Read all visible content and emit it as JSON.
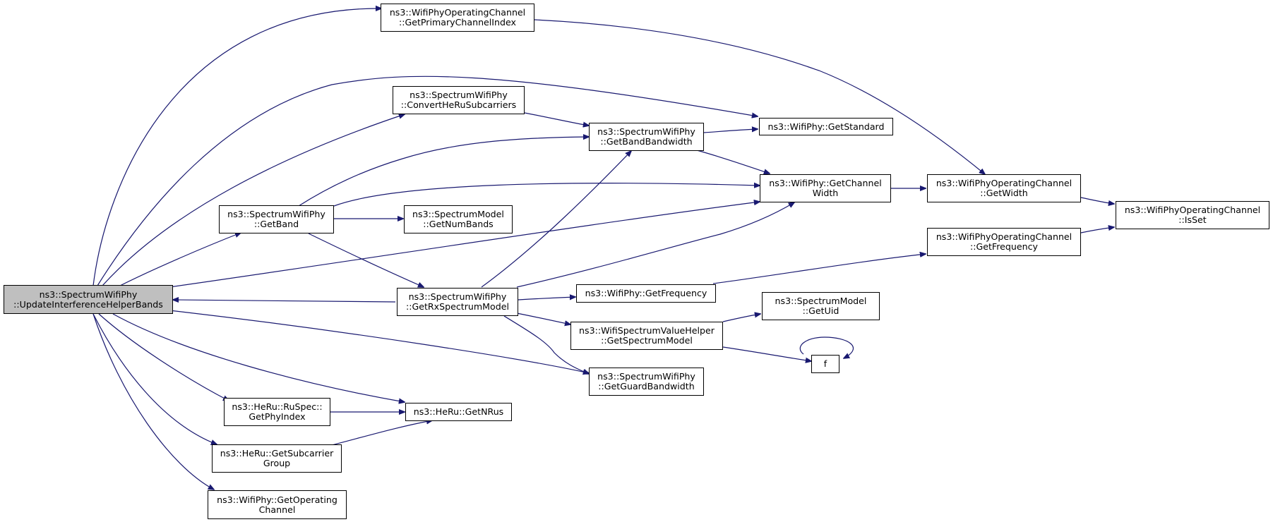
{
  "diagram": {
    "type": "call-graph",
    "colors": {
      "edge": "#191970",
      "root_fill": "#bfbfbf",
      "node_fill": "#ffffff",
      "node_border": "#000000"
    },
    "nodes": [
      {
        "id": "n_update",
        "name": "node-update-interference-helper-bands",
        "lines": [
          "ns3::SpectrumWifiPhy",
          "::UpdateInterferenceHelperBands"
        ],
        "root": true
      },
      {
        "id": "n_primidx",
        "name": "node-get-primary-channel-index",
        "lines": [
          "ns3::WifiPhyOperatingChannel",
          "::GetPrimaryChannelIndex"
        ]
      },
      {
        "id": "n_convert",
        "name": "node-convert-he-ru-subcarriers",
        "lines": [
          "ns3::SpectrumWifiPhy",
          "::ConvertHeRuSubcarriers"
        ]
      },
      {
        "id": "n_getband",
        "name": "node-get-band",
        "lines": [
          "ns3::SpectrumWifiPhy",
          "::GetBand"
        ]
      },
      {
        "id": "n_bandbw",
        "name": "node-get-band-bandwidth",
        "lines": [
          "ns3::SpectrumWifiPhy",
          "::GetBandBandwidth"
        ]
      },
      {
        "id": "n_standard",
        "name": "node-get-standard",
        "lines": [
          "ns3::WifiPhy::GetStandard",
          ""
        ]
      },
      {
        "id": "n_chwidth",
        "name": "node-get-channel-width",
        "lines": [
          "ns3::WifiPhy::GetChannel",
          "Width"
        ]
      },
      {
        "id": "n_opwidth",
        "name": "node-operating-channel-get-width",
        "lines": [
          "ns3::WifiPhyOperatingChannel",
          "::GetWidth"
        ]
      },
      {
        "id": "n_isset",
        "name": "node-is-set",
        "lines": [
          "ns3::WifiPhyOperatingChannel",
          "::IsSet"
        ]
      },
      {
        "id": "n_numbands",
        "name": "node-get-num-bands",
        "lines": [
          "ns3::SpectrumModel",
          "::GetNumBands"
        ]
      },
      {
        "id": "n_opfreq",
        "name": "node-operating-channel-get-frequency",
        "lines": [
          "ns3::WifiPhyOperatingChannel",
          "::GetFrequency"
        ]
      },
      {
        "id": "n_rxmodel",
        "name": "node-get-rx-spectrum-model",
        "lines": [
          "ns3::SpectrumWifiPhy",
          "::GetRxSpectrumModel"
        ]
      },
      {
        "id": "n_phyfreq",
        "name": "node-wifiphy-get-frequency",
        "lines": [
          "ns3::WifiPhy::GetFrequency",
          ""
        ]
      },
      {
        "id": "n_specmodel",
        "name": "node-get-spectrum-model",
        "lines": [
          "ns3::WifiSpectrumValueHelper",
          "::GetSpectrumModel"
        ]
      },
      {
        "id": "n_uid",
        "name": "node-get-uid",
        "lines": [
          "ns3::SpectrumModel",
          "::GetUid"
        ]
      },
      {
        "id": "n_f",
        "name": "node-f",
        "lines": [
          "f",
          ""
        ]
      },
      {
        "id": "n_guard",
        "name": "node-get-guard-bandwidth",
        "lines": [
          "ns3::SpectrumWifiPhy",
          "::GetGuardBandwidth"
        ]
      },
      {
        "id": "n_phyindex",
        "name": "node-get-phy-index",
        "lines": [
          "ns3::HeRu::RuSpec::",
          "GetPhyIndex"
        ]
      },
      {
        "id": "n_nrus",
        "name": "node-get-n-rus",
        "lines": [
          "ns3::HeRu::GetNRus",
          ""
        ]
      },
      {
        "id": "n_subgroup",
        "name": "node-get-subcarrier-group",
        "lines": [
          "ns3::HeRu::GetSubcarrier",
          "Group"
        ]
      },
      {
        "id": "n_opchan",
        "name": "node-get-operating-channel",
        "lines": [
          "ns3::WifiPhy::GetOperating",
          "Channel"
        ]
      }
    ],
    "edges": [
      [
        "n_update",
        "n_primidx"
      ],
      [
        "n_update",
        "n_standard"
      ],
      [
        "n_update",
        "n_convert"
      ],
      [
        "n_update",
        "n_getband"
      ],
      [
        "n_update",
        "n_chwidth"
      ],
      [
        "n_update",
        "n_guard"
      ],
      [
        "n_update",
        "n_phyindex"
      ],
      [
        "n_update",
        "n_nrus"
      ],
      [
        "n_update",
        "n_subgroup"
      ],
      [
        "n_update",
        "n_opchan"
      ],
      [
        "n_primidx",
        "n_opwidth"
      ],
      [
        "n_convert",
        "n_bandbw"
      ],
      [
        "n_getband",
        "n_bandbw"
      ],
      [
        "n_getband",
        "n_chwidth"
      ],
      [
        "n_getband",
        "n_numbands"
      ],
      [
        "n_getband",
        "n_rxmodel"
      ],
      [
        "n_bandbw",
        "n_standard"
      ],
      [
        "n_bandbw",
        "n_chwidth"
      ],
      [
        "n_chwidth",
        "n_opwidth"
      ],
      [
        "n_opwidth",
        "n_isset"
      ],
      [
        "n_opfreq",
        "n_isset"
      ],
      [
        "n_rxmodel",
        "n_update"
      ],
      [
        "n_rxmodel",
        "n_bandbw"
      ],
      [
        "n_rxmodel",
        "n_chwidth"
      ],
      [
        "n_rxmodel",
        "n_phyfreq"
      ],
      [
        "n_rxmodel",
        "n_specmodel"
      ],
      [
        "n_rxmodel",
        "n_guard"
      ],
      [
        "n_phyfreq",
        "n_opfreq"
      ],
      [
        "n_specmodel",
        "n_uid"
      ],
      [
        "n_specmodel",
        "n_f"
      ],
      [
        "n_f",
        "n_f"
      ],
      [
        "n_phyindex",
        "n_nrus"
      ],
      [
        "n_subgroup",
        "n_nrus"
      ]
    ]
  }
}
